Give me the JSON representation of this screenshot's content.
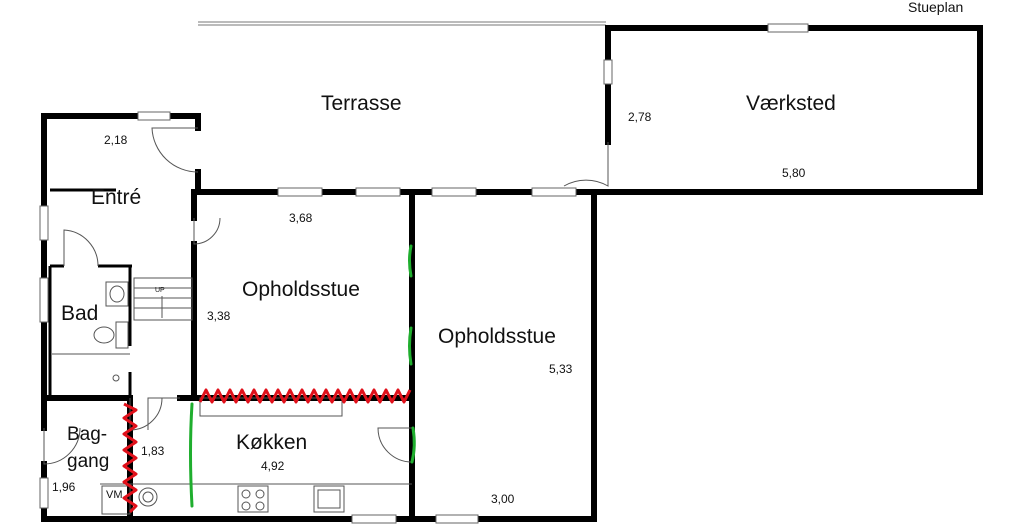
{
  "header": {
    "plan_title": "Stueplan"
  },
  "rooms": {
    "terrasse": "Terrasse",
    "vaerksted": "Værksted",
    "entre": "Entré",
    "opholdsstue_left": "Opholdsstue",
    "opholdsstue_right": "Opholdsstue",
    "bad": "Bad",
    "baggang_line1": "Bag-",
    "baggang_line2": "gang",
    "kokken": "Køkken"
  },
  "dimensions": {
    "entre": "2,18",
    "vaerksted_depth": "2,78",
    "vaerksted_width": "5,80",
    "opholdsstue_left_width": "3,68",
    "opholdsstue_left_depth": "3,38",
    "opholdsstue_right_depth": "5,33",
    "baggang_depth": "1,83",
    "baggang_width": "1,96",
    "kokken_width": "4,92",
    "bottom_width": "3,00"
  },
  "fixtures": {
    "stair_up": "UP",
    "washer": "VM"
  },
  "colors": {
    "wall": "#000000",
    "markup_red": "#e0101a",
    "markup_green": "#1fae2e",
    "fixture_line": "#555555"
  }
}
